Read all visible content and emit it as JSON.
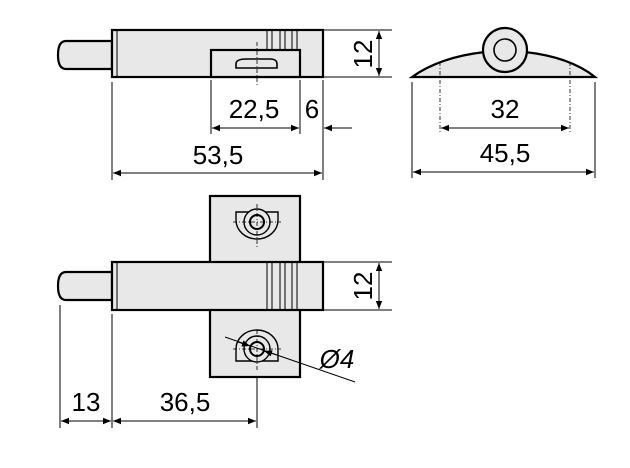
{
  "drawing": {
    "top_view": {
      "height_dim": "12",
      "slot_dim": "22,5",
      "end_dim": "6",
      "length_dim": "53,5"
    },
    "end_view": {
      "hole_spacing_dim": "32",
      "width_dim": "45,5"
    },
    "plan_view": {
      "height_dim": "12",
      "hole_diameter_dim": "Ø4",
      "pin_dim": "13",
      "hole_offset_dim": "36,5"
    }
  }
}
